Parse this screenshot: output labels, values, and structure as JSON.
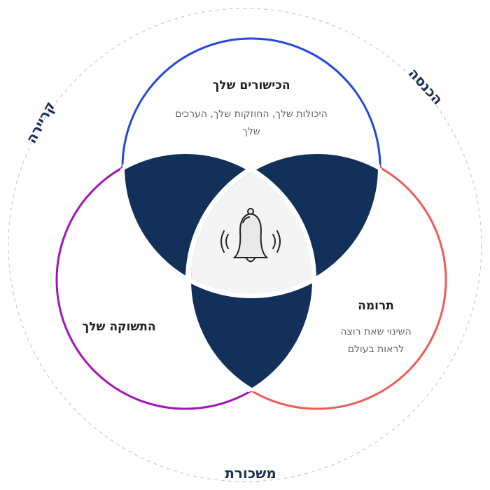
{
  "outer_labels": {
    "top_right": "הכנסה",
    "top_left": "קריירה",
    "bottom": "משכורת"
  },
  "circles": {
    "top": {
      "title": "הכישורים שלך",
      "line1": "היכולות שלך, החוזקות שלך, הערכים",
      "line2": "שלך",
      "color": "#2447e0"
    },
    "left": {
      "title": "התשוקה שלך",
      "color": "#a215b8"
    },
    "right": {
      "title": "תרומה",
      "line1": "השינוי שאת רוצה",
      "line2": "לראות בעולם",
      "color": "#ef5b5b"
    }
  },
  "center_icon": "bell-ringing-icon",
  "colors": {
    "intersection": "#12305a",
    "center": "#f4f4f4",
    "outer_ring": "#c8c6e0"
  }
}
